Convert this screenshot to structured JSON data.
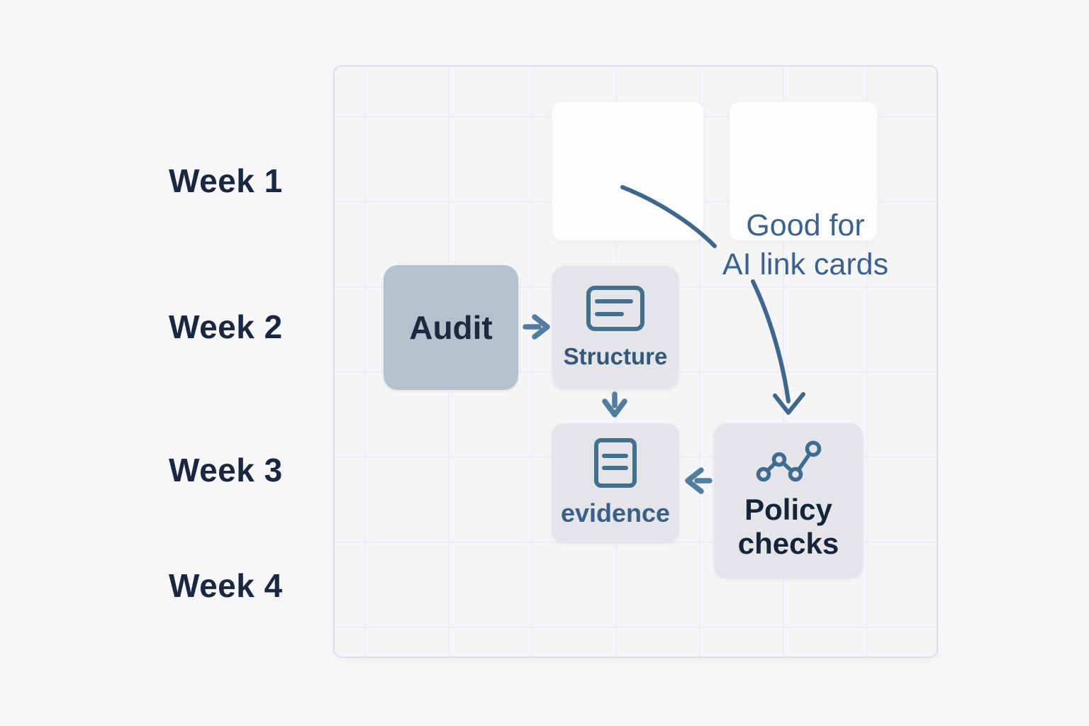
{
  "timeline": {
    "weeks": [
      "Week 1",
      "Week 2",
      "Week 3",
      "Week 4"
    ]
  },
  "nodes": {
    "audit": {
      "label": "Audit"
    },
    "structure": {
      "label": "Structure",
      "icon": "card-text-icon"
    },
    "evidence": {
      "label": "evidence",
      "icon": "document-text-icon"
    },
    "policy_checks": {
      "label": "Policy checks",
      "icon": "line-chart-icon"
    },
    "placeholder_card_1": {
      "label": ""
    },
    "placeholder_card_2": {
      "label": ""
    }
  },
  "annotation": {
    "line1": "Good for",
    "line2": "AI link cards",
    "full_text": "Good for AI link cards"
  },
  "colors": {
    "page_background": "#f7f7f9",
    "panel_background": "#f4f5f7",
    "panel_border": "#dcdee3",
    "grid_line": "#eaebef",
    "card_white": "#fdfdfe",
    "node_gray": "#e3e5e9",
    "audit_fill": "#b5c2ce",
    "steel_blue_stroke": "#3f668c",
    "arrow_blue": "#527da0",
    "label_steel_blue": "#35587a",
    "annotation_blue": "#3c618c",
    "dark_navy": "#1a2740"
  }
}
